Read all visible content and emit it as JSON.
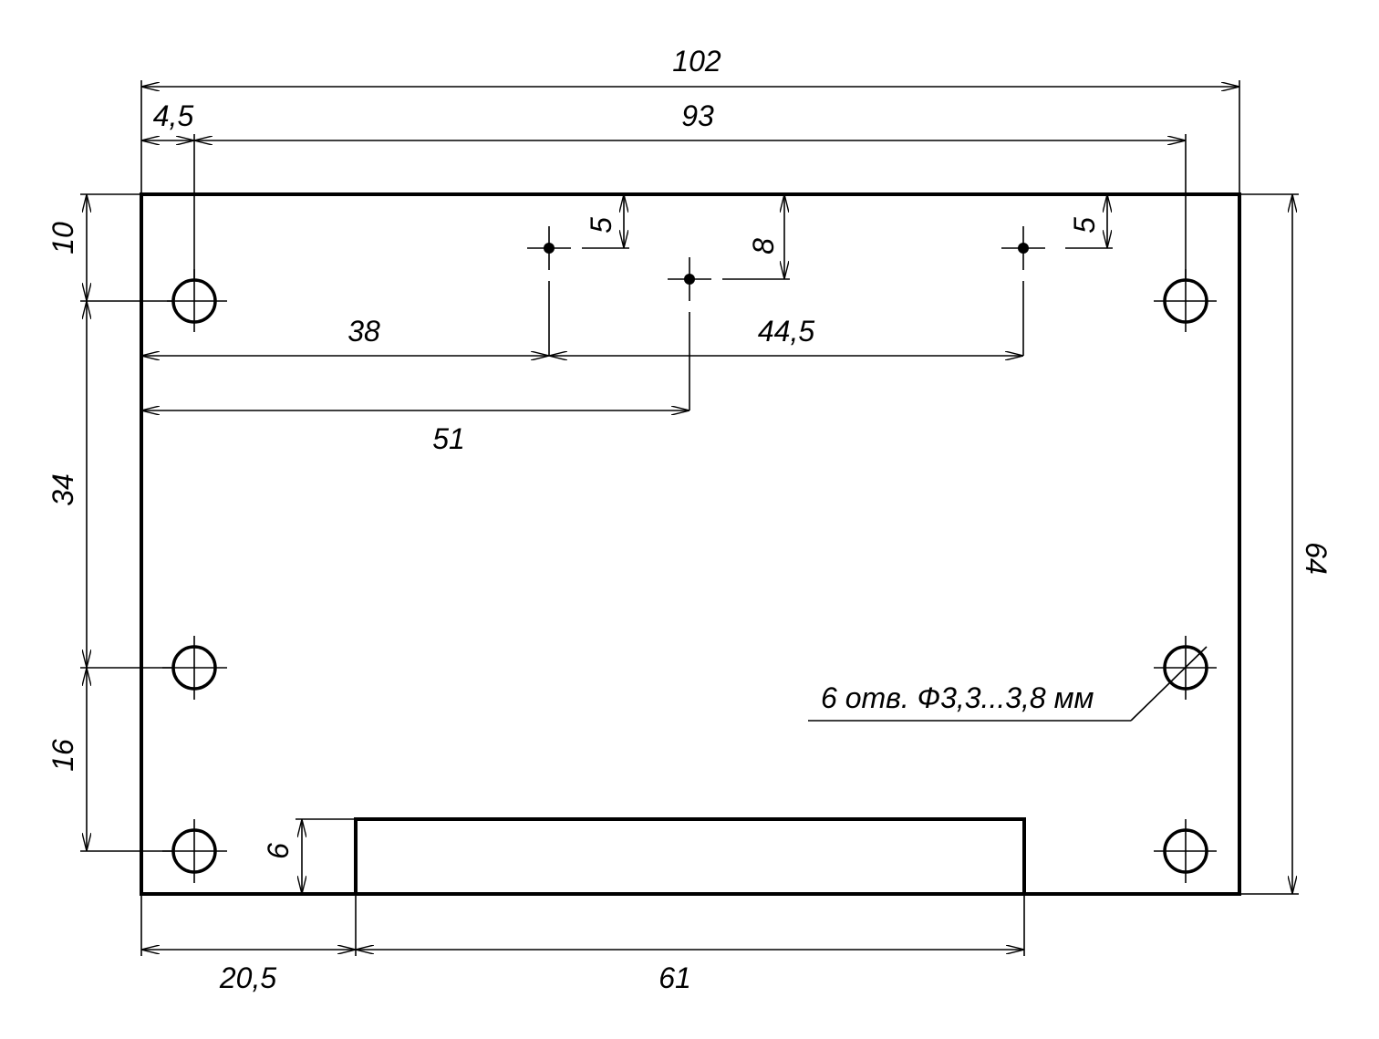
{
  "drawing": {
    "dimensions": {
      "overall_width": "102",
      "hole_spacing_x": "93",
      "hole_offset_x": "4,5",
      "top_offset_y": "10",
      "hole_spacing_y1": "34",
      "hole_spacing_y2": "16",
      "overall_height": "64",
      "pin1_x": "38",
      "pin_span_x": "44,5",
      "pin2_x": "51",
      "pin1_y": "5",
      "pin2_y": "8",
      "pin3_y": "5",
      "cutout_height": "6",
      "cutout_offset_x": "20,5",
      "cutout_width": "61"
    },
    "callout": "6 отв. Ф3,3...3,8 мм",
    "holes_count": 6,
    "pins_count": 3
  }
}
